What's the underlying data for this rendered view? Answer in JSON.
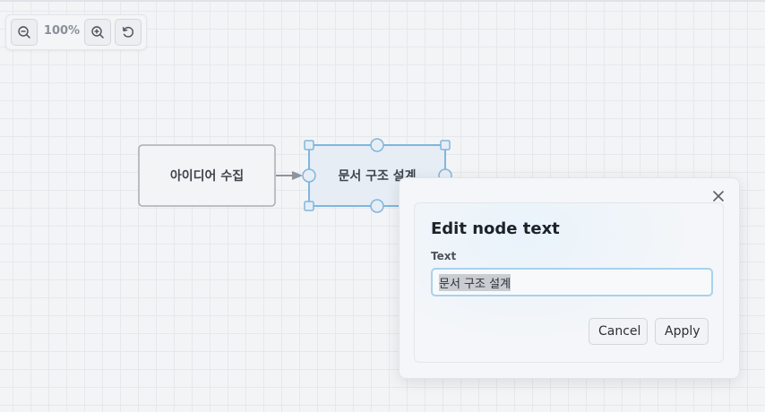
{
  "toolbar": {
    "zoom_out_icon": "zoom-out-icon",
    "zoom_level": "100%",
    "zoom_in_icon": "zoom-in-icon",
    "reset_icon": "reset-rotate-icon"
  },
  "diagram": {
    "nodes": [
      {
        "id": "node-1",
        "label": "아이디어 수집",
        "selected": false
      },
      {
        "id": "node-2",
        "label": "문서 구조 설계",
        "selected": true
      }
    ],
    "edges": [
      {
        "from": "node-1",
        "to": "node-2"
      }
    ],
    "colors": {
      "node_fill": "#f3f4f6",
      "node_border": "#a9adb3",
      "selected_fill": "#e7edf5",
      "selection_accent": "#7fb6df",
      "edge": "#8e949b"
    }
  },
  "dialog": {
    "title": "Edit node text",
    "field_label": "Text",
    "input_value": "문서 구조 설계",
    "cancel_label": "Cancel",
    "apply_label": "Apply",
    "close_icon": "close-icon"
  }
}
